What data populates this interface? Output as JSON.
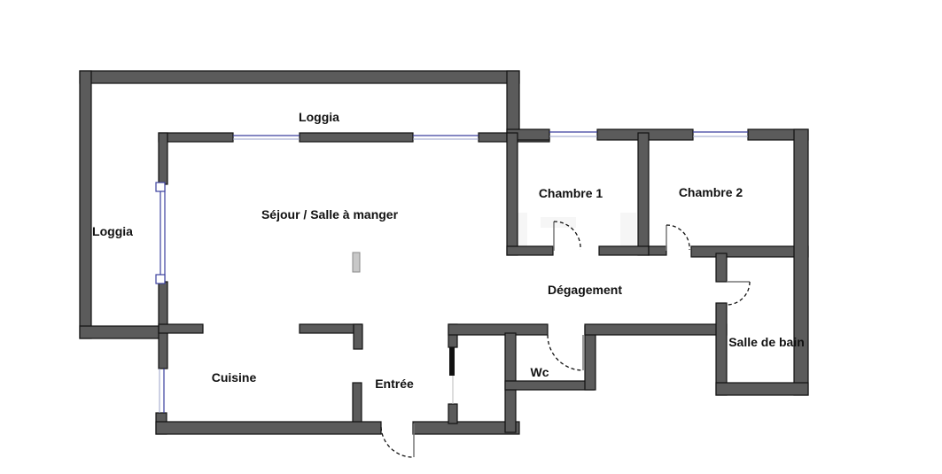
{
  "rooms": {
    "loggia_top": "Loggia",
    "loggia_left": "Loggia",
    "sejour": "Séjour / Salle à manger",
    "chambre1": "Chambre 1",
    "chambre2": "Chambre 2",
    "degagement": "Dégagement",
    "salle_de_bain": "Salle de bain",
    "cuisine": "Cuisine",
    "entree": "Entrée",
    "wc": "Wc"
  },
  "colors": {
    "wall": "#5b5b5b",
    "window": "#3b3f9e",
    "background": "#ffffff"
  }
}
